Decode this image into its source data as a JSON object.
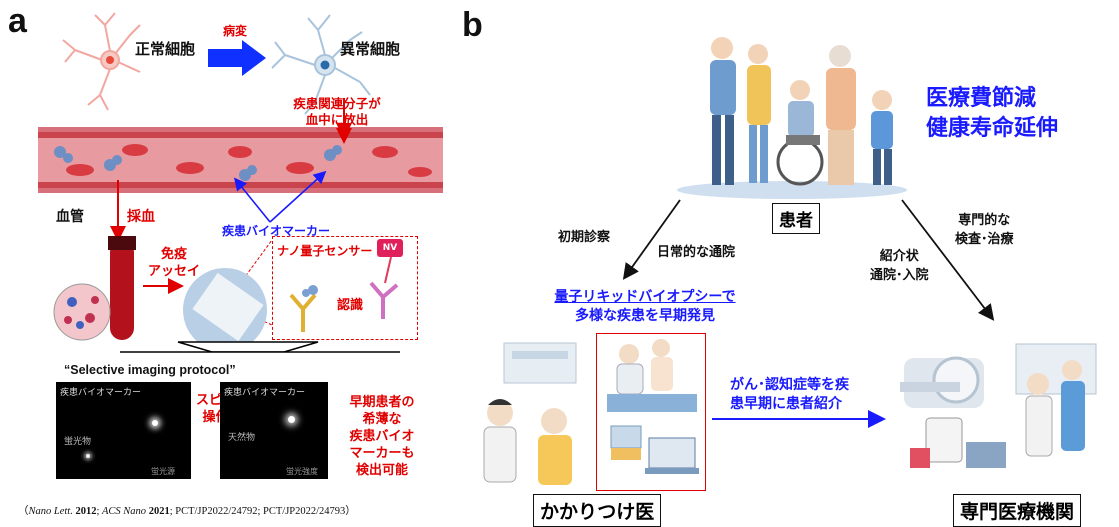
{
  "panel_a": {
    "letter": "a",
    "normal_cell": "正常細胞",
    "lesion": "病変",
    "abnormal_cell": "異常細胞",
    "release_line1": "疾患関連分子が",
    "release_line2": "血中に放出",
    "blood_vessel": "血管",
    "blood_sampling": "採血",
    "biomarker": "疾患バイオマーカー",
    "immuno_line1": "免疫",
    "immuno_line2": "アッセイ",
    "nano_sensor": "ナノ量子センサー",
    "nv_badge": "NV",
    "recognition": "認識",
    "protocol": "“Selective imaging protocol”",
    "micro_left_label": "疾患バイオマーカー",
    "micro_left_sub1": "蛍光物",
    "micro_left_corner": "蛍光源",
    "spin_line1": "スピン",
    "spin_line2": "操作",
    "micro_right_label": "疾患バイオマーカー",
    "micro_right_sub1": "天然物",
    "micro_right_corner": "蛍光強度",
    "detect_lines": [
      "早期患者の",
      "希薄な",
      "疾患バイオ",
      "マーカーも",
      "検出可能"
    ],
    "citation_open": "（",
    "citation_j1": "Nano Lett.",
    "citation_y1": " 2012",
    "citation_sep1": "; ",
    "citation_j2": "ACS Nano",
    "citation_y2": " 2021",
    "citation_rest": "; PCT/JP2022/24792; PCT/JP2022/24793）"
  },
  "panel_b": {
    "letter": "b",
    "goal_line1": "医療費節減",
    "goal_line2": "健康寿命延伸",
    "patient": "患者",
    "initial_exam": "初期診察",
    "daily_visit": "日常的な通院",
    "specialist_line1": "専門的な",
    "specialist_line2": "検査･治療",
    "referral_line1": "紹介状",
    "referral_line2": "通院･入院",
    "biopsy_line1": "量子リキッドバイオプシーで",
    "biopsy_line2": "多様な疾患を早期発見",
    "cancer_line1": "がん･認知症等を疾",
    "cancer_line2": "患早期に患者紹介",
    "family_doctor": "かかりつけ医",
    "specialized_institution": "専門医療機関"
  },
  "colors": {
    "accent_red": "#e00000",
    "accent_blue": "#1a1aff",
    "vessel": "#c0303a"
  }
}
